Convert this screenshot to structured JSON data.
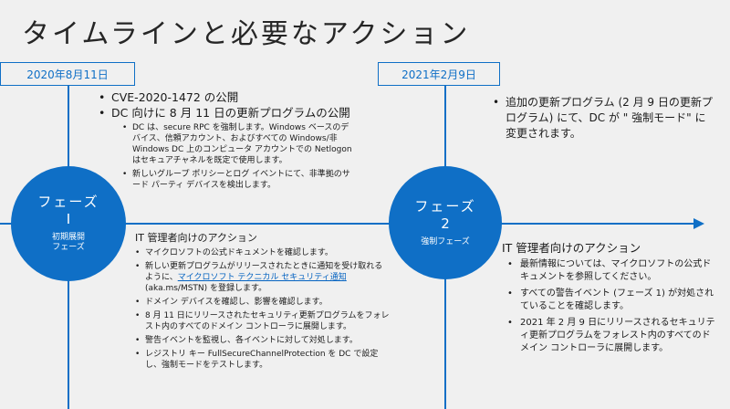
{
  "title": "タイムラインと必要なアクション",
  "colors": {
    "accent": "#0f6fc6",
    "background": "#f0f0f0",
    "text": "#1a1a1a",
    "link": "#0563c1"
  },
  "dates": {
    "start": "2020年8月11日",
    "enforcement": "2021年2月9日"
  },
  "phase1": {
    "label": "フェーズ",
    "number": "I",
    "sub_line1": "初期展開",
    "sub_line2": "フェーズ",
    "bullets": [
      "CVE-2020-1472 の公開",
      "DC 向けに 8 月 11 日の更新プログラムの公開"
    ],
    "sub_bullets": [
      "DC は、secure RPC を強制します。Windows ベースのデバイス、信頼アカウント、およびすべての Windows/非 Windows DC 上のコンピュータ アカウントでの Netlogon はセキュアチャネルを既定で使用します。",
      "新しいグループ ポリシーとログ イベントにて、非準拠のサード パーティ デバイスを検出します。"
    ],
    "actions_heading": "IT 管理者向けのアクション",
    "actions": [
      {
        "text": "マイクロソフトの公式ドキュメントを確認します。"
      },
      {
        "text_before": "新しい更新プログラムがリリースされたときに通知を受け取れるように、",
        "link": "マイクロソフト テクニカル セキュリティ通知",
        "text_after": " (aka.ms/MSTN) を登録します。"
      },
      {
        "text": "ドメイン デバイスを確認し、影響を確認します。"
      },
      {
        "text": "8 月 11 日にリリースされたセキュリティ更新プログラムをフォレスト内のすべてのドメイン コントローラに展開します。"
      },
      {
        "text": "警告イベントを監視し、各イベントに対して対処します。"
      },
      {
        "text": "レジストリ キー FullSecureChannelProtection を DC で設定し、強制モードをテストします。"
      }
    ]
  },
  "phase2": {
    "label": "フェーズ",
    "number": "2",
    "sub": "強制フェーズ",
    "bullets": [
      "追加の更新プログラム (2 月 9 日の更新プログラム) にて、DC が \" 強制モード\" に変更されます。"
    ],
    "actions_heading": "IT 管理者向けのアクション",
    "actions": [
      "最新情報については、マイクロソフトの公式ドキュメントを参照してください。",
      "すべての警告イベント (フェーズ 1) が対処されていることを確認します。",
      "2021 年 2 月 9 日にリリースされるセキュリティ更新プログラムをフォレスト内のすべてのドメイン コントローラに展開します。"
    ]
  }
}
